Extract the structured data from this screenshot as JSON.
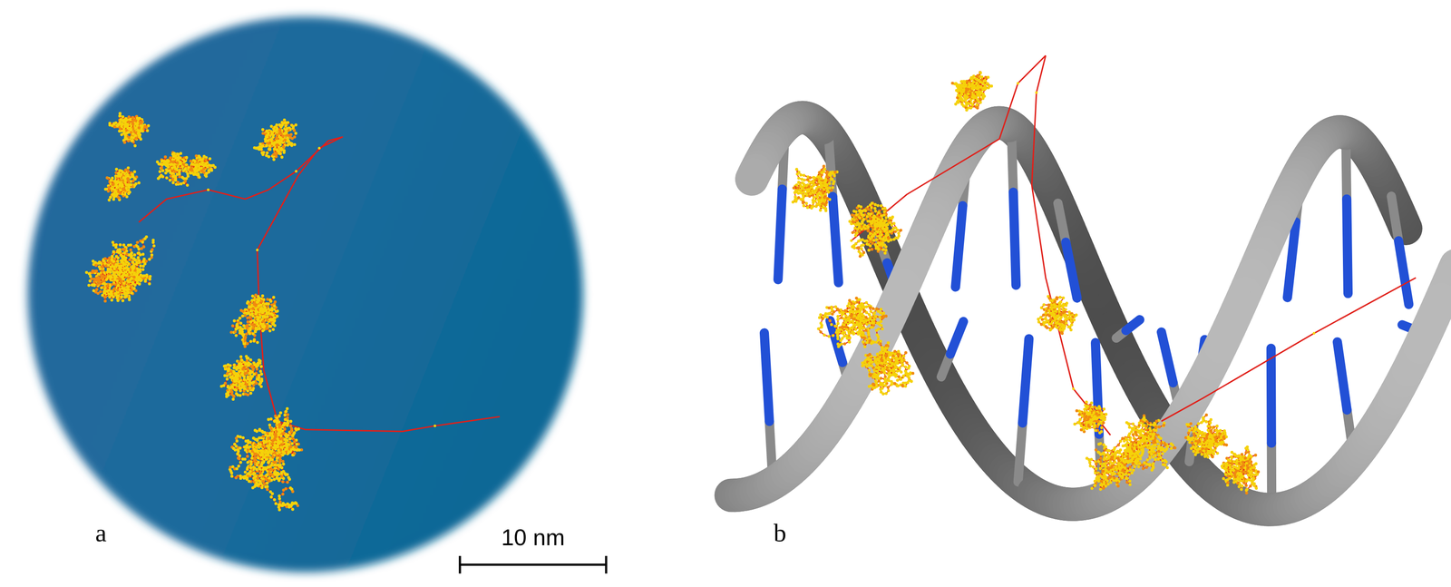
{
  "diagram": {
    "labels": [
      "a",
      "10 nm",
      "b"
    ]
  }
}
